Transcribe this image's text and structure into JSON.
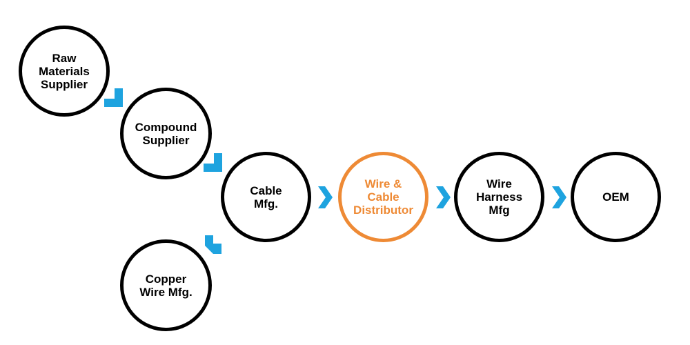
{
  "diagram": {
    "nodes": {
      "raw_materials": "Raw\nMaterials\nSupplier",
      "compound": "Compound\nSupplier",
      "cable": "Cable\nMfg.",
      "copper": "Copper\nWire Mfg.",
      "distributor": "Wire &\nCable\nDistributor",
      "harness": "Wire\nHarness\nMfg",
      "oem": "OEM"
    },
    "highlight_node": "distributor"
  },
  "colors": {
    "node_border": "#000000",
    "highlight": "#ee8a35",
    "arrow": "#1ea3df",
    "background": "#ffffff"
  },
  "icons": {
    "arrow": "chevron-icon"
  }
}
